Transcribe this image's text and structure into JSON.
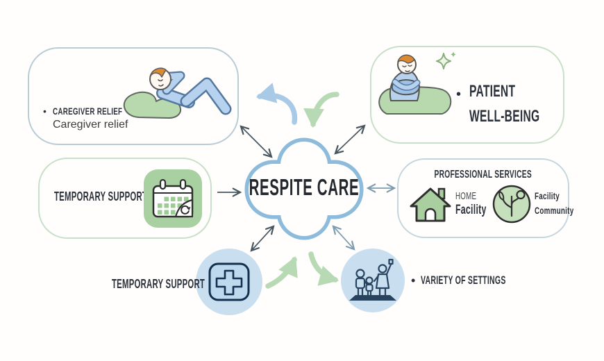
{
  "bullet": "•",
  "center": {
    "label": "RESPITE CARE"
  },
  "boxes": {
    "caregiver": {
      "title": "CAREGIVER RELIEF",
      "subtitle": "Caregiver relief"
    },
    "patient": {
      "line1": "PATIENT",
      "line2": "WELL-BEING"
    },
    "temporary": {
      "title": "TEMPORARY SUPPORT"
    },
    "professional": {
      "title": "PROFESSIONAL SERVICES",
      "home": "HOME",
      "facility": "Facility",
      "community_line1": "Facility",
      "community_line2": "Community"
    }
  },
  "circles": {
    "temporary": {
      "title": "TEMPORARY SUPPORT"
    },
    "variety": {
      "title": "VARIETY OF SETTINGS"
    }
  },
  "icons": {
    "caregiver": "person-relaxing",
    "patient": "person-sitting-with-sparkles",
    "temporary_box": "calendar-refresh",
    "professional_home": "house",
    "professional_tree": "tree-in-circle",
    "temporary_circle": "medical-cross",
    "variety": "family-group"
  },
  "colors": {
    "background": "#fffefc",
    "center_border": "#8cbbdb",
    "blue_box_border": "#b7ccd6",
    "green_box_border": "#c8dfc9",
    "pro_box_border": "#c3d6df",
    "circle_fill": "#c9dff0",
    "icon_green": "#a9d0a1",
    "arrow_green": "#b7d9b4",
    "arrow_blue": "#a9cae6",
    "arrow_dark": "#46555f",
    "arrow_slate": "#7c9cb2",
    "text_dark": "#2b313a",
    "person_blue": "#b6d2ee",
    "hair_orange": "#d98a33",
    "navy_icon": "#27435f"
  }
}
